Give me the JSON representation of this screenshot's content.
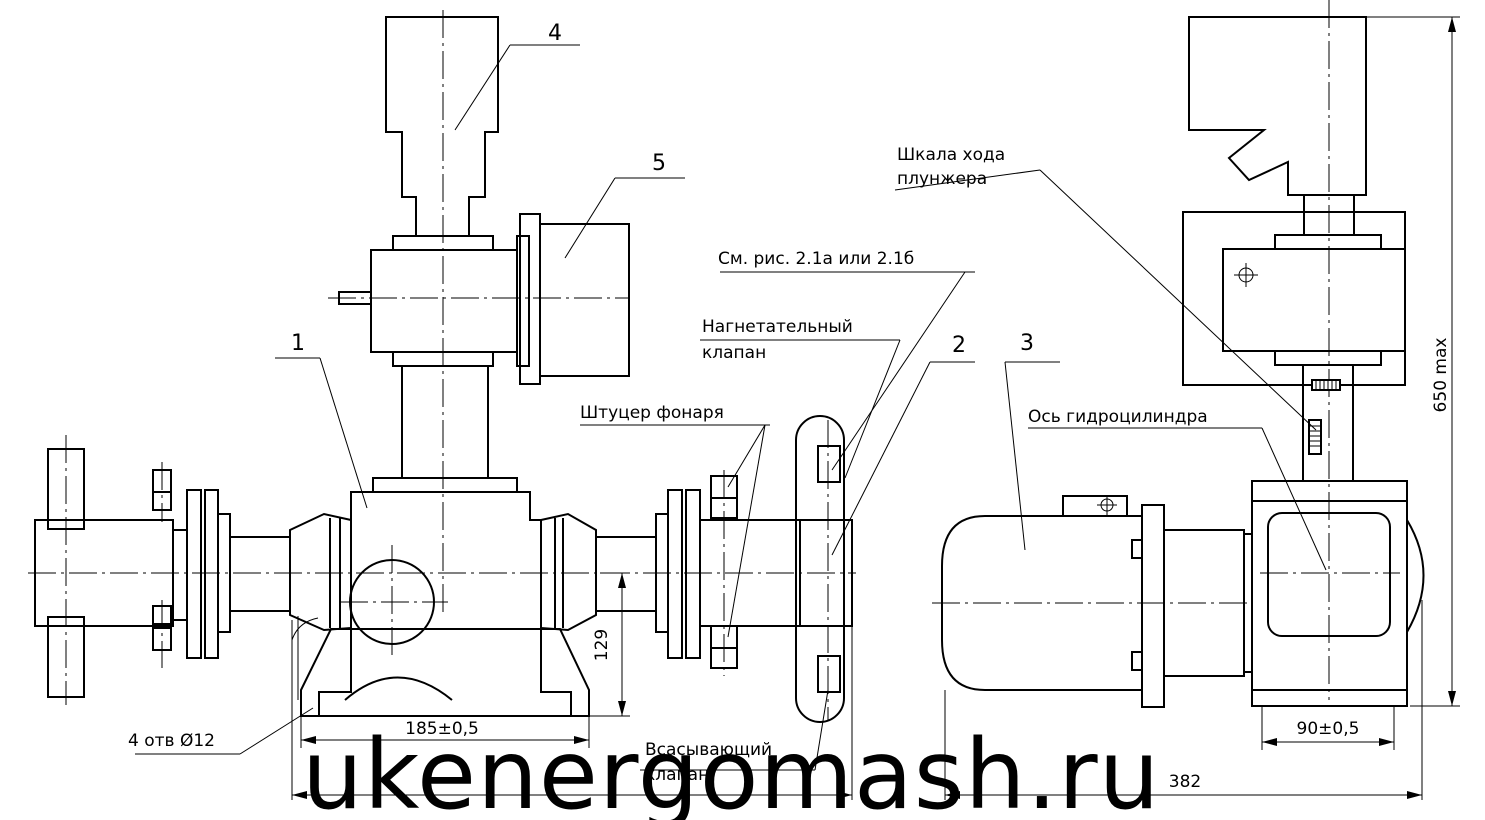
{
  "callouts": {
    "c1": "1",
    "c2": "2",
    "c3": "3",
    "c4": "4",
    "c5": "5"
  },
  "labels": {
    "plunger_scale_line1": "Шкала хода",
    "plunger_scale_line2": "плунжера",
    "see_fig": "См. рис. 2.1а или 2.1б",
    "discharge_valve_line1": "Нагнетательный",
    "discharge_valve_line2": "клапан",
    "lantern_fitting": "Штуцер фонаря",
    "cylinder_axis": "Ось гидроцилиндра",
    "holes": "4 отв Ø12",
    "suction_valve_line1": "Всасывающий",
    "suction_valve_line2": "клапан"
  },
  "dimensions": {
    "height_max": "650 max",
    "h129": "129",
    "w185": "185±0,5",
    "w90": "90±0,5",
    "w382": "382"
  },
  "watermark": "ukenergomash.ru"
}
